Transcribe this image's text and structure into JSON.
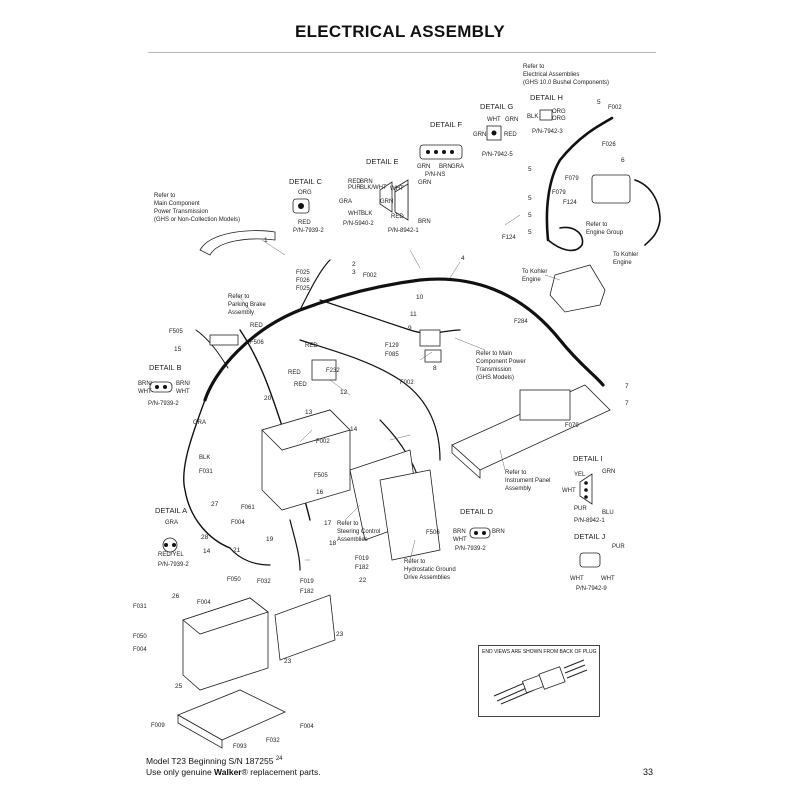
{
  "title": "ELECTRICAL ASSEMBLY",
  "footer": {
    "model_line": "Model T23 Beginning S/N 187255",
    "model_sup": "24",
    "genuine_pre": "Use only genuine ",
    "genuine_brand": "Walker",
    "genuine_post": "® replacement parts.",
    "page_number": "33"
  },
  "references": {
    "elec_assemblies": [
      "Refer to",
      "Electrical Assemblies",
      "(GHS 10.0 Bushel Components)"
    ],
    "main_component_pt": [
      "Refer to",
      "Main Component",
      "Power Transmission",
      "(GHS or Non-Collection Models)"
    ],
    "parking_brake": [
      "Refer to",
      "Parking Brake",
      "Assembly"
    ],
    "kohler_engine_top": [
      "To Kohler",
      "Engine"
    ],
    "kohler_engine_mid": [
      "To Kohler",
      "Engine"
    ],
    "engine_group": [
      "Refer to",
      "Engine Group"
    ],
    "main_component_ghs": [
      "Refer to Main",
      "Component Power",
      "Transmission",
      "(GHS Models)"
    ],
    "instrument_panel": [
      "Refer to",
      "Instrument Panel",
      "Assembly"
    ],
    "steering_control": [
      "Refer to",
      "Steering Control",
      "Assemblies"
    ],
    "hydrostatic": [
      "Refer to",
      "Hydrostatic Ground",
      "Drive Assemblies"
    ]
  },
  "details": {
    "A": {
      "title": "DETAIL A",
      "labels": [
        "GRA",
        "RED/YEL"
      ],
      "pn": "P/N-7939-2"
    },
    "B": {
      "title": "DETAIL B",
      "labels": [
        "BRN/",
        "WHT",
        "BRN/",
        "WHT"
      ],
      "pn": "P/N-7939-2"
    },
    "C": {
      "title": "DETAIL C",
      "labels": [
        "ORG",
        "RED"
      ],
      "pn": "P/N-7939-2"
    },
    "D": {
      "title": "DETAIL D",
      "labels": [
        "BRN",
        "WHT",
        "BRN"
      ],
      "pn": "P/N-7939-2"
    },
    "E": {
      "title": "DETAIL E",
      "labels": [
        "RED",
        "BRN",
        "PUR",
        "BLK/WHT",
        "GRA",
        "WHT",
        "BLK"
      ],
      "pn": "P/N-5940-2"
    },
    "F": {
      "title": "DETAIL F",
      "labels": [
        "GRN",
        "BRN",
        "GRA"
      ],
      "pn": "P/N-NS"
    },
    "F2": {
      "labels": [
        "WHT",
        "GRN",
        "GRN",
        "RED",
        "BRN"
      ],
      "pn": "P/N-8942-1"
    },
    "G": {
      "title": "DETAIL G",
      "labels": [
        "WHT",
        "GRN",
        "GRN",
        "RED"
      ],
      "pn": "P/N-7942-5"
    },
    "H": {
      "title": "DETAIL H",
      "labels": [
        "BLK",
        "ORG",
        "ORG"
      ],
      "pn": "P/N-7942-3"
    },
    "I": {
      "title": "DETAIL I",
      "labels": [
        "YEL",
        "GRN",
        "WHT",
        "PUR",
        "BLU"
      ],
      "pn": "P/N-8942-1"
    },
    "J": {
      "title": "DETAIL J",
      "labels": [
        "PUR",
        "WHT",
        "WHT"
      ],
      "pn": "P/N-7942-9"
    }
  },
  "callouts": {
    "wire_colors": [
      "RED",
      "RED",
      "RED",
      "RED",
      "GRA",
      "BLK"
    ],
    "parts": [
      "F002",
      "F026",
      "F079",
      "F079",
      "F124",
      "F124",
      "F284",
      "F505",
      "F506",
      "F025",
      "F026",
      "F025",
      "F002",
      "F129",
      "F085",
      "F002",
      "F232",
      "F002",
      "F031",
      "F061",
      "F004",
      "F505",
      "F506",
      "F019",
      "F182",
      "F050",
      "F032",
      "F019",
      "F182",
      "F031",
      "F004",
      "F050",
      "F004",
      "F009",
      "F093",
      "F032",
      "F004",
      "F079"
    ],
    "numbers": [
      "1",
      "2",
      "3",
      "4",
      "5",
      "5",
      "5",
      "5",
      "5",
      "6",
      "7",
      "7",
      "8",
      "9",
      "10",
      "11",
      "12",
      "13",
      "14",
      "14",
      "15",
      "16",
      "17",
      "18",
      "19",
      "20",
      "21",
      "22",
      "23",
      "23",
      "25",
      "26",
      "27",
      "28"
    ]
  },
  "endview": {
    "text": "END VIEWS ARE SHOWN FROM BACK OF PLUG"
  }
}
